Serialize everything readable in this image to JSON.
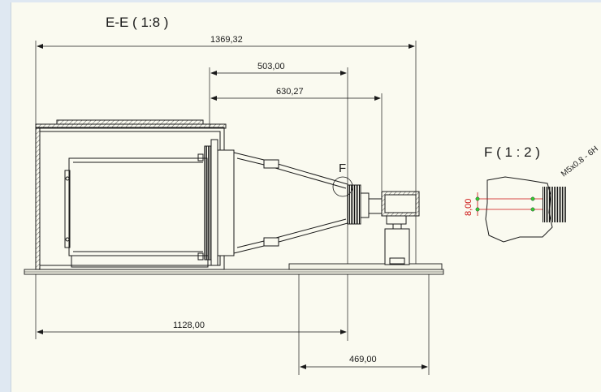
{
  "view_title": "E-E ( 1:8 )",
  "detail_title": "F ( 1 : 2 )",
  "detail_marker": "F",
  "thread_note": "M5x0.8 - 6H",
  "dimensions": {
    "overall_length": "1369,32",
    "d503": "503,00",
    "d630": "630,27",
    "d1128": "1128,00",
    "d469": "469,00",
    "detail_height": "8,00"
  },
  "colors": {
    "background": "#fafaf0",
    "frame": "#dfe8f2",
    "line": "#1a1a1a",
    "detail_dim": "#cc1111",
    "snap_points": "#33cc33"
  }
}
